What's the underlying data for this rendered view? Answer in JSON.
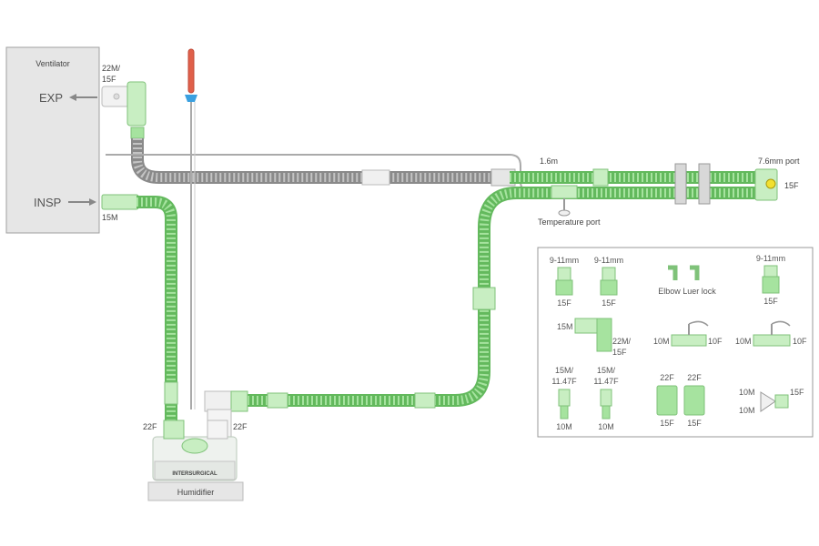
{
  "labels": {
    "ventilator": "Ventilator",
    "exp": "EXP",
    "insp": "INSP",
    "vent_conn_top": "22M/",
    "vent_conn_bottom": "15F",
    "insp_conn": "15M",
    "length": "1.6m",
    "port_76": "7.6mm port",
    "end_15f": "15F",
    "temperature_port": "Temperature port",
    "humidifier": "Humidifier",
    "hum_left": "22F",
    "hum_right": "22F",
    "brand": "INTERSURGICAL"
  },
  "legend": {
    "a1_top": "9-11mm",
    "a1_bottom": "15F",
    "a2_top": "9-11mm",
    "a2_bottom": "15F",
    "elbow_luer": "Elbow Luer lock",
    "a3_top": "9-11mm",
    "a3_bottom": "15F",
    "elbow_left": "15M",
    "elbow_right_top": "22M/",
    "elbow_right_bottom": "15F",
    "t1_left": "10M",
    "t1_right": "10F",
    "t2_left": "10M",
    "t2_right": "10F",
    "c1_top1": "15M/",
    "c1_top2": "11.47F",
    "c1_bottom": "10M",
    "c2_top1": "15M/",
    "c2_top2": "11.47F",
    "c2_bottom": "10M",
    "s1_top": "22F",
    "s1_bottom": "15F",
    "s2_top": "22F",
    "s2_bottom": "15F",
    "y_left_top": "10M",
    "y_left_bottom": "10M",
    "y_right": "15F"
  },
  "colors": {
    "tube_green": "#8fd88a",
    "tube_green_dark": "#5fb85a",
    "tube_grey": "#9a9a9a",
    "box_fill": "#e6e6e6",
    "box_stroke": "#a0a0a0",
    "probe_red": "#e0604a",
    "port_yellow": "#f2e030"
  },
  "icons": [
    "arrow-left-icon",
    "arrow-right-icon"
  ]
}
